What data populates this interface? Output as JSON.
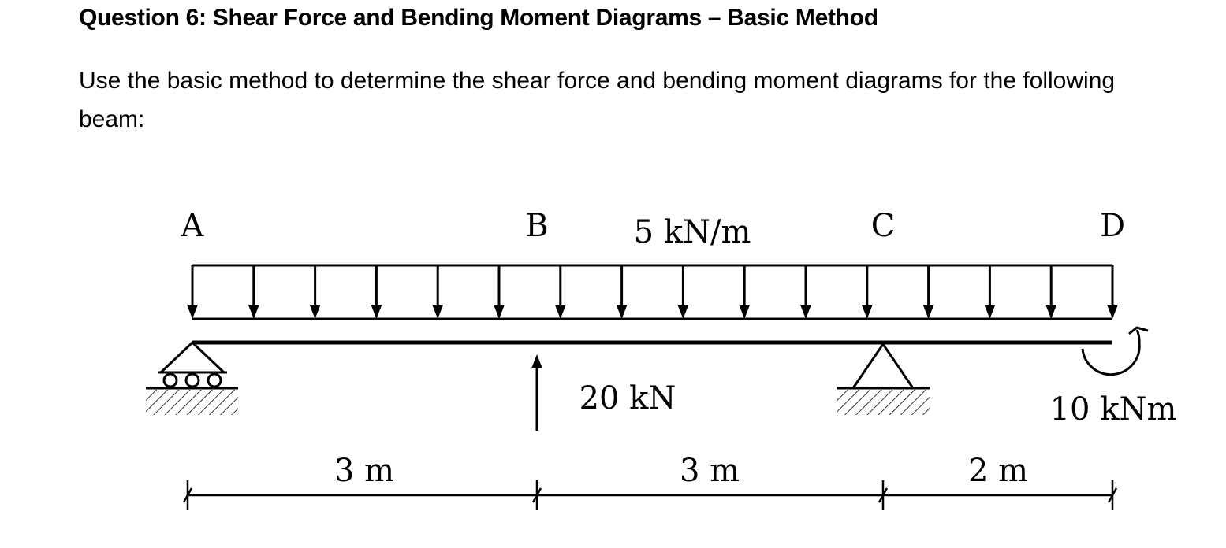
{
  "question": {
    "title": "Question 6: Shear Force and Bending Moment Diagrams – Basic Method",
    "instruction": "Use the basic method to determine the shear force and bending moment diagrams for the following beam:"
  },
  "beam": {
    "points": [
      {
        "label": "A",
        "support": "roller"
      },
      {
        "label": "B",
        "support": "none"
      },
      {
        "label": "C",
        "support": "pin"
      },
      {
        "label": "D",
        "support": "free"
      }
    ],
    "distributed_load": {
      "label": "5 kN/m",
      "from": "A",
      "to": "D",
      "direction": "down",
      "arrow_count": 16
    },
    "point_load": {
      "label": "20 kN",
      "at": "B",
      "direction": "up"
    },
    "moment": {
      "label": "10 kNm",
      "at": "D",
      "direction": "counterclockwise"
    },
    "spans": [
      {
        "label": "3 m",
        "from": "A",
        "to": "B"
      },
      {
        "label": "3 m",
        "from": "B",
        "to": "C"
      },
      {
        "label": "2 m",
        "from": "C",
        "to": "D"
      }
    ]
  }
}
